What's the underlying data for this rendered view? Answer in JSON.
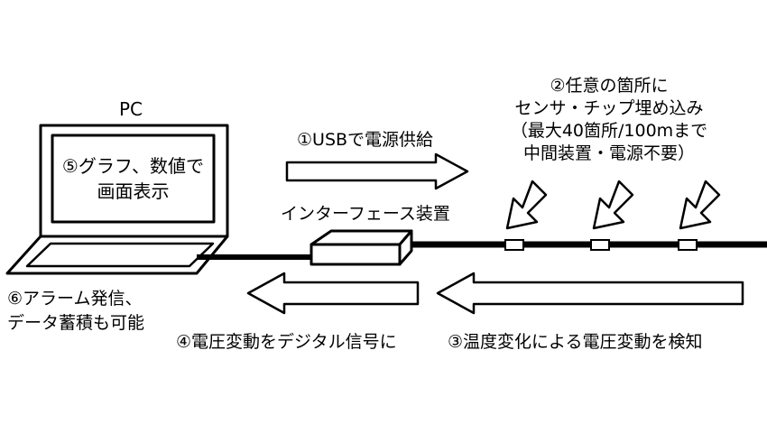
{
  "pc": {
    "label": "PC",
    "screen_line1": "⑤グラフ、数値で",
    "screen_line2": "画面表示"
  },
  "usb_label": "①USBで電源供給",
  "sensor": {
    "line1": "②任意の箇所に",
    "line2": "センサ・チップ埋め込み",
    "line3": "（最大40箇所/100mまで",
    "line4": "中間装置・電源不要）"
  },
  "interface_label": "インターフェース装置",
  "alarm": {
    "line1": "⑥アラーム発信、",
    "line2": "データ蓄積も可能"
  },
  "convert_label": "④電圧変動をデジタル信号に",
  "detect_label": "③温度変化による電圧変動を検知"
}
